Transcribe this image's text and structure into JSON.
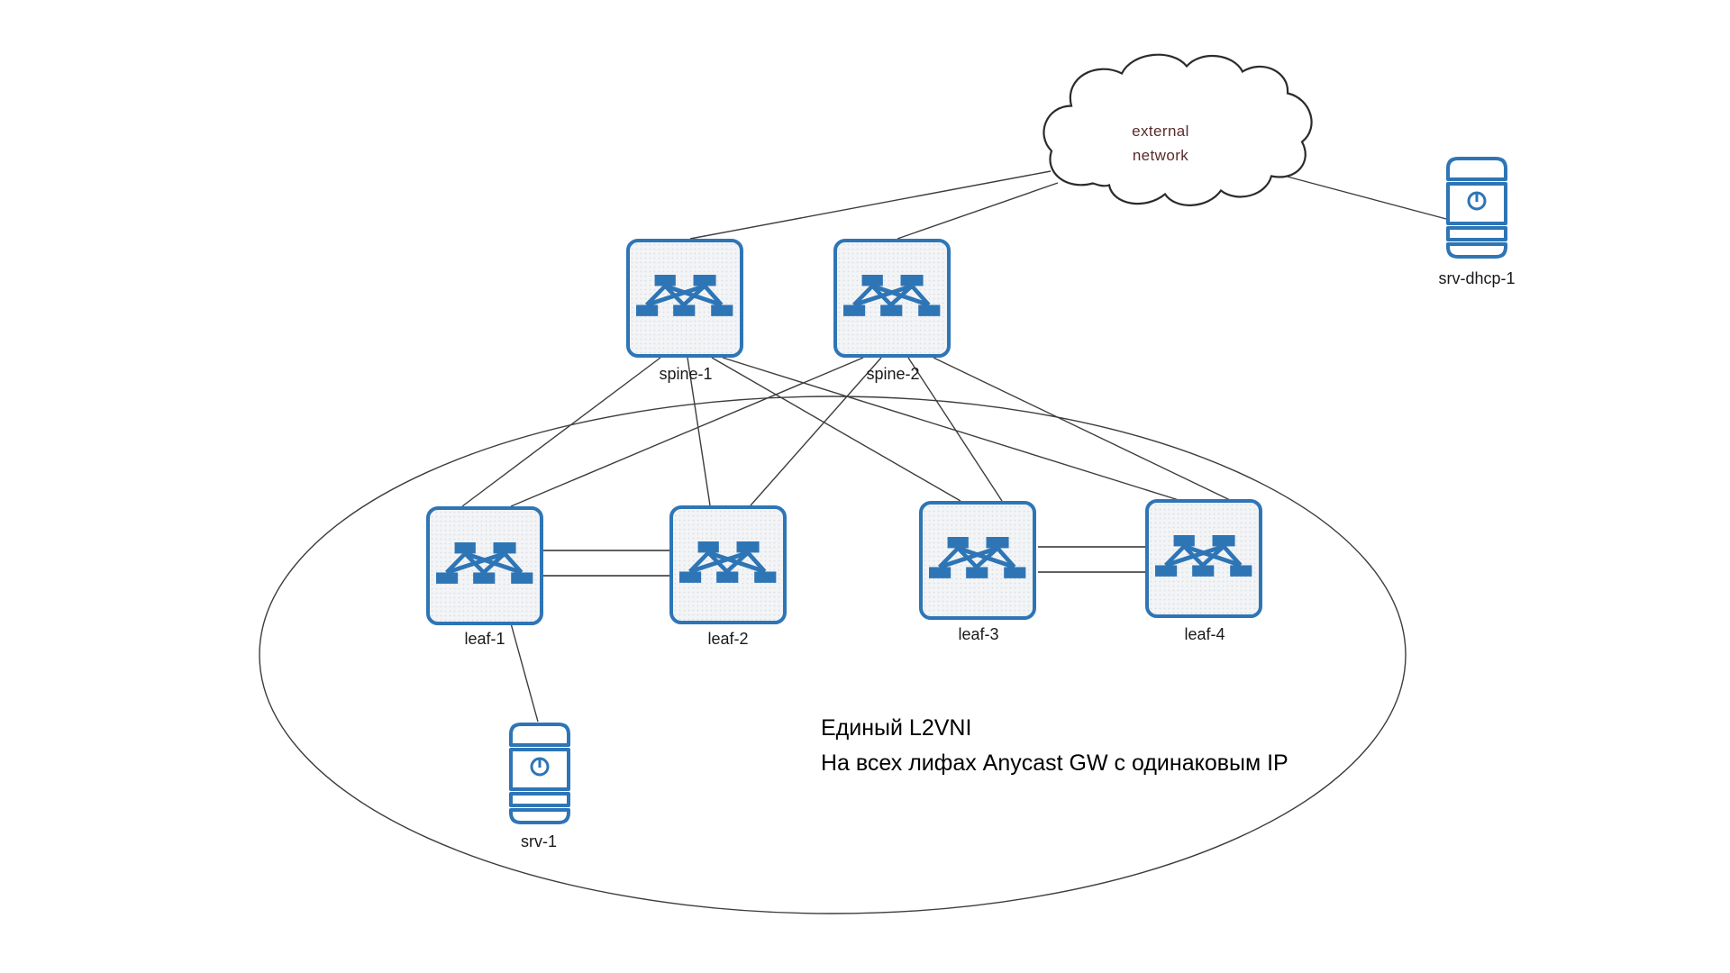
{
  "annotation": {
    "line1": "Единый L2VNI",
    "line2": "На всех лифах Anycast GW с одинаковым IP"
  },
  "cloud": {
    "line1": "external",
    "line2": "network"
  },
  "nodes": {
    "spine1": {
      "label": "spine-1"
    },
    "spine2": {
      "label": "spine-2"
    },
    "leaf1": {
      "label": "leaf-1"
    },
    "leaf2": {
      "label": "leaf-2"
    },
    "leaf3": {
      "label": "leaf-3"
    },
    "leaf4": {
      "label": "leaf-4"
    },
    "srv1": {
      "label": "srv-1"
    },
    "srvdhcp1": {
      "label": "srv-dhcp-1"
    }
  },
  "colors": {
    "device_blue": "#2E75B6",
    "connection_line": "#3d3d3d",
    "cloud_text": "#5B2B2B",
    "node_label": "#1a1a1a"
  }
}
